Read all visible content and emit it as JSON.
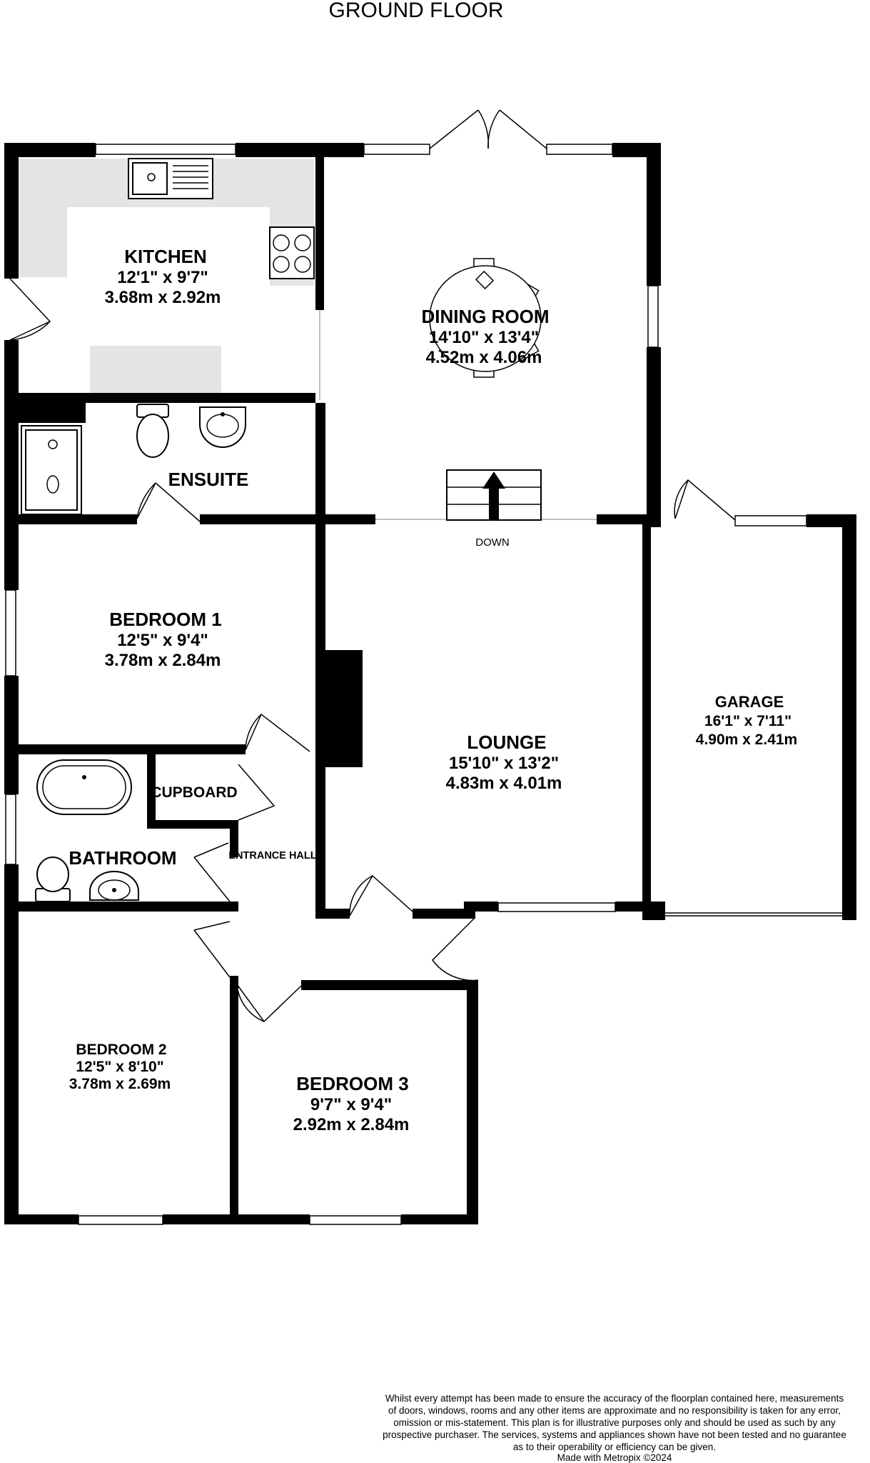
{
  "plan": {
    "title": "GROUND FLOOR",
    "rooms": [
      {
        "id": "kitchen",
        "name": "KITCHEN",
        "imperial": "12'1\"  x 9'7\"",
        "metric": "3.68m  x 2.92m"
      },
      {
        "id": "dining",
        "name": "DINING ROOM",
        "imperial": "14'10\"  x 13'4\"",
        "metric": "4.52m  x 4.06m"
      },
      {
        "id": "ensuite",
        "name": "ENSUITE"
      },
      {
        "id": "bedroom1",
        "name": "BEDROOM 1",
        "imperial": "12'5\"  x 9'4\"",
        "metric": "3.78m  x 2.84m"
      },
      {
        "id": "lounge",
        "name": "LOUNGE",
        "imperial": "15'10\"  x 13'2\"",
        "metric": "4.83m  x 4.01m"
      },
      {
        "id": "garage",
        "name": "GARAGE",
        "imperial": "16'1\"  x 7'11\"",
        "metric": "4.90m  x 2.41m"
      },
      {
        "id": "cupboard",
        "name": "CUPBOARD"
      },
      {
        "id": "bathroom",
        "name": "BATHROOM"
      },
      {
        "id": "hall",
        "name": "ENTRANCE HALL"
      },
      {
        "id": "bedroom2",
        "name": "BEDROOM 2",
        "imperial": "12'5\"  x 8'10\"",
        "metric": "3.78m  x 2.69m"
      },
      {
        "id": "bedroom3",
        "name": "BEDROOM 3",
        "imperial": "9'7\"  x 9'4\"",
        "metric": "2.92m  x 2.84m"
      }
    ],
    "stairs_label": "DOWN",
    "disclaimer": [
      "Whilst every attempt has been made to ensure the accuracy of the floorplan contained here, measurements",
      "of doors, windows, rooms and any other items are approximate and no responsibility is taken for any error,",
      "omission or mis-statement. This plan is for illustrative purposes only and should be used as such by any",
      "prospective purchaser. The services, systems and appliances shown have not been tested and no guarantee",
      "as to their operability or efficiency can be given."
    ],
    "credit": "Made with Metropix ©2024"
  }
}
